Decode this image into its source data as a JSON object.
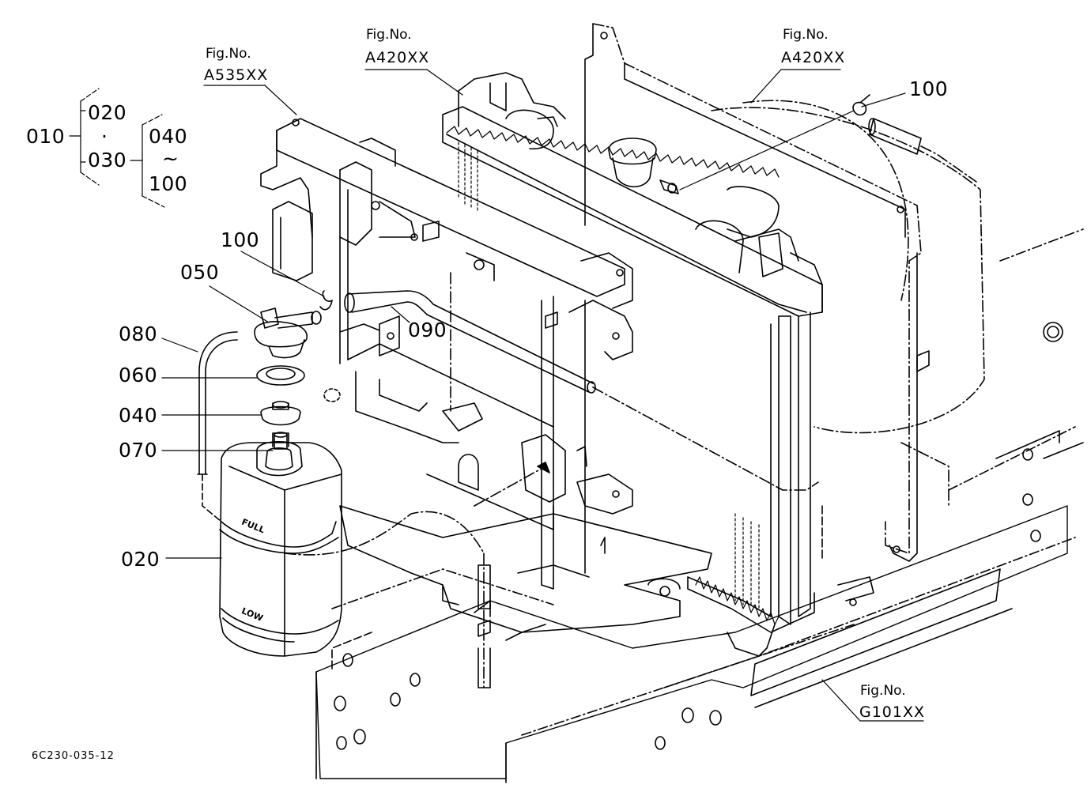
{
  "drawing_code": "6C230-035-12",
  "fig_refs": [
    {
      "label": "Fig.No.",
      "code": "A535XX"
    },
    {
      "label": "Fig.No.",
      "code": "A420XX"
    },
    {
      "label": "Fig.No.",
      "code": "A420XX"
    },
    {
      "label": "Fig.No.",
      "code": "G101XX"
    }
  ],
  "assembly_key": {
    "parent": "010",
    "group_a_top": "020",
    "group_a_sep": "·",
    "group_a_bottom": "030",
    "group_b_top": "040",
    "group_b_sep": "~",
    "group_b_bottom": "100"
  },
  "callouts": {
    "p100_top": "100",
    "p100_left": "100",
    "p050": "050",
    "p080": "080",
    "p060": "060",
    "p040": "040",
    "p070": "070",
    "p090": "090",
    "p020": "020"
  },
  "tank_marks": {
    "full": "FULL",
    "low": "LOW"
  }
}
